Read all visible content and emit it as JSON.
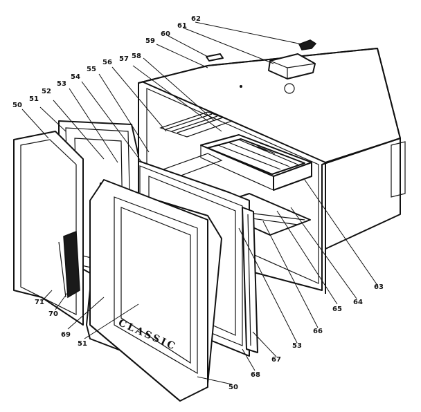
{
  "diagram": {
    "brand_text": "CLASSIC",
    "labels": [
      {
        "id": "62",
        "text": "62"
      },
      {
        "id": "61",
        "text": "61"
      },
      {
        "id": "60",
        "text": "60"
      },
      {
        "id": "59",
        "text": "59"
      },
      {
        "id": "58",
        "text": "58"
      },
      {
        "id": "57",
        "text": "57"
      },
      {
        "id": "56",
        "text": "56"
      },
      {
        "id": "55",
        "text": "55"
      },
      {
        "id": "54",
        "text": "54"
      },
      {
        "id": "53a",
        "text": "53"
      },
      {
        "id": "52",
        "text": "52"
      },
      {
        "id": "51a",
        "text": "51"
      },
      {
        "id": "50",
        "text": "50"
      },
      {
        "id": "63",
        "text": "63"
      },
      {
        "id": "64",
        "text": "64"
      },
      {
        "id": "65",
        "text": "65"
      },
      {
        "id": "66",
        "text": "66"
      },
      {
        "id": "53b",
        "text": "53"
      },
      {
        "id": "67",
        "text": "67"
      },
      {
        "id": "68",
        "text": "68"
      },
      {
        "id": "50b",
        "text": "50"
      },
      {
        "id": "51b",
        "text": "51"
      },
      {
        "id": "69",
        "text": "69"
      },
      {
        "id": "70",
        "text": "70"
      },
      {
        "id": "71",
        "text": "71"
      }
    ]
  }
}
